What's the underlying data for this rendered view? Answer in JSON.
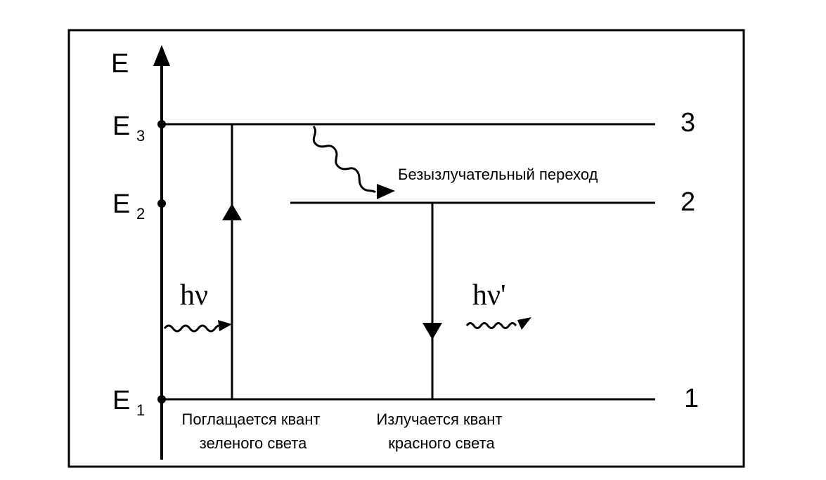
{
  "diagram": {
    "axis_label": "E",
    "levels": [
      {
        "symbol": "E",
        "index": "3",
        "number": "3"
      },
      {
        "symbol": "E",
        "index": "2",
        "number": "2"
      },
      {
        "symbol": "E",
        "index": "1",
        "number": "1"
      }
    ],
    "absorbed_photon": "hν",
    "emitted_photon": "hν'",
    "nonradiative_label": "Безызлучательный переход",
    "absorb_caption": [
      "Поглащается квант",
      "зеленого света"
    ],
    "emit_caption": [
      "Излучается квант",
      "красного света"
    ]
  }
}
